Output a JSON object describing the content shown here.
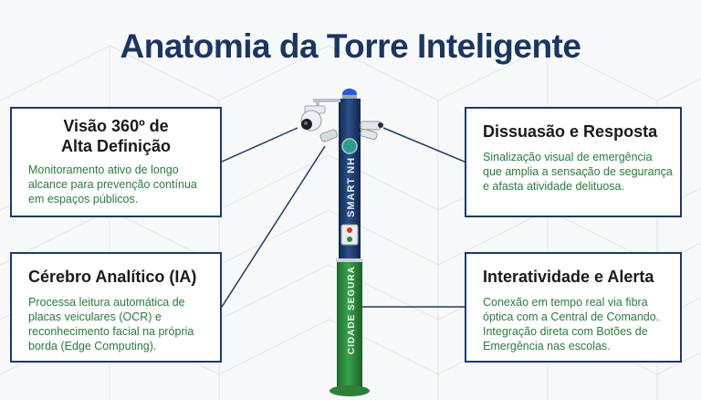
{
  "title": "Anatomia da Torre Inteligente",
  "cards": {
    "vision": {
      "heading": "Visão 360º de\nAlta Definição",
      "text": "Monitoramento ativo de longo alcance para prevenção contínua em espaços públicos."
    },
    "deterrence": {
      "heading": "Dissuasão e Resposta",
      "text": "Sinalização visual de emergência que amplia a sensação de segurança e afasta atividade delituosa."
    },
    "brain": {
      "heading": "Cérebro Analítico (IA)",
      "text": "Processa leitura automática de placas veiculares (OCR) e reconhecimento facial na própria borda (Edge Computing)."
    },
    "interactivity": {
      "heading": "Interatividade e Alerta",
      "text": "Conexão em tempo real via fibra óptica com a Central de Comando. Integração direta com Botões de Emergência nas escolas."
    }
  },
  "tower": {
    "label_top": "SMART NH",
    "label_bottom": "CIDADE SEGURA"
  },
  "colors": {
    "title": "#1c3561",
    "border": "#1f3a64",
    "text_green": "#2b7a3b",
    "pole_blue": "#1d3a6b",
    "pole_green": "#2f8a3e"
  }
}
